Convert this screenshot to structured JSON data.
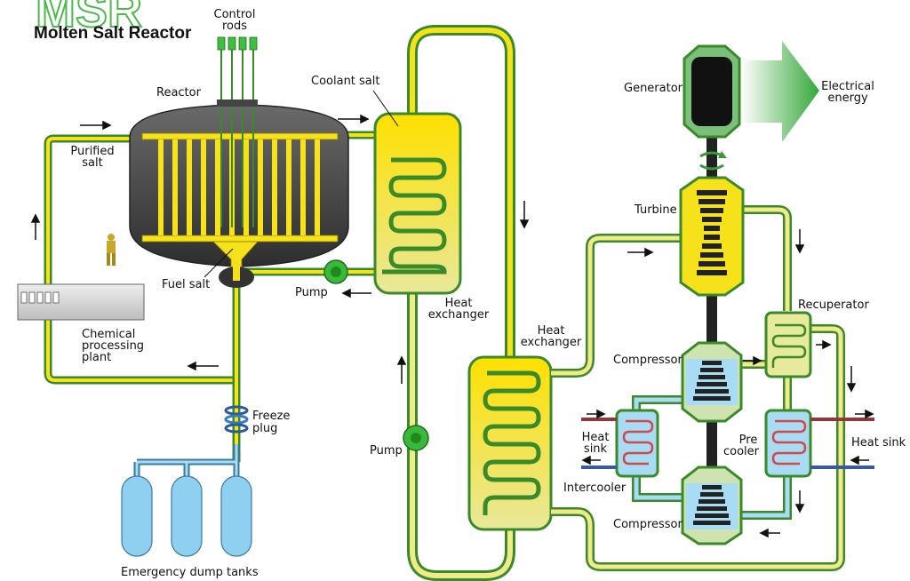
{
  "header": {
    "logo_text": "MSR",
    "title": "Molten Salt Reactor"
  },
  "labels": {
    "control_rods_1": "Control",
    "control_rods_2": "rods",
    "reactor": "Reactor",
    "coolant_salt": "Coolant salt",
    "purified_salt_1": "Purified",
    "purified_salt_2": "salt",
    "fuel_salt": "Fuel salt",
    "pump_primary": "Pump",
    "pump_secondary": "Pump",
    "hx1_1": "Heat",
    "hx1_2": "exchanger",
    "hx2_1": "Heat",
    "hx2_2": "exchanger",
    "chem_1": "Chemical",
    "chem_2": "processing",
    "chem_3": "plant",
    "freeze_1": "Freeze",
    "freeze_2": "plug",
    "dump_tanks": "Emergency dump tanks",
    "generator": "Generator",
    "electrical_1": "Electrical",
    "electrical_2": "energy",
    "turbine": "Turbine",
    "recuperator": "Recuperator",
    "compressor_top": "Compressor",
    "compressor_bottom": "Compressor",
    "heat_sink_left_1": "Heat",
    "heat_sink_left_2": "sink",
    "heat_sink_right": "Heat sink",
    "precooler_1": "Pre",
    "precooler_2": "cooler",
    "intercooler": "Intercooler"
  },
  "colors": {
    "fuel_salt": "#f5e21a",
    "coolant_salt": "#fff04a",
    "pipe_green": "#3a8a2a",
    "pipe_fill": "#f0ea88",
    "reactor_body": "#3c3c3c",
    "dump_tank": "#8fd0f0",
    "gas_loop": "#f0ea88",
    "cold_blue": "#5a8ad0",
    "hot_red": "#d04a4a"
  },
  "icons": {
    "shaft_rotation": "rotation-arrow-icon",
    "energy_out": "arrow-right-icon",
    "worker": "person-icon"
  }
}
